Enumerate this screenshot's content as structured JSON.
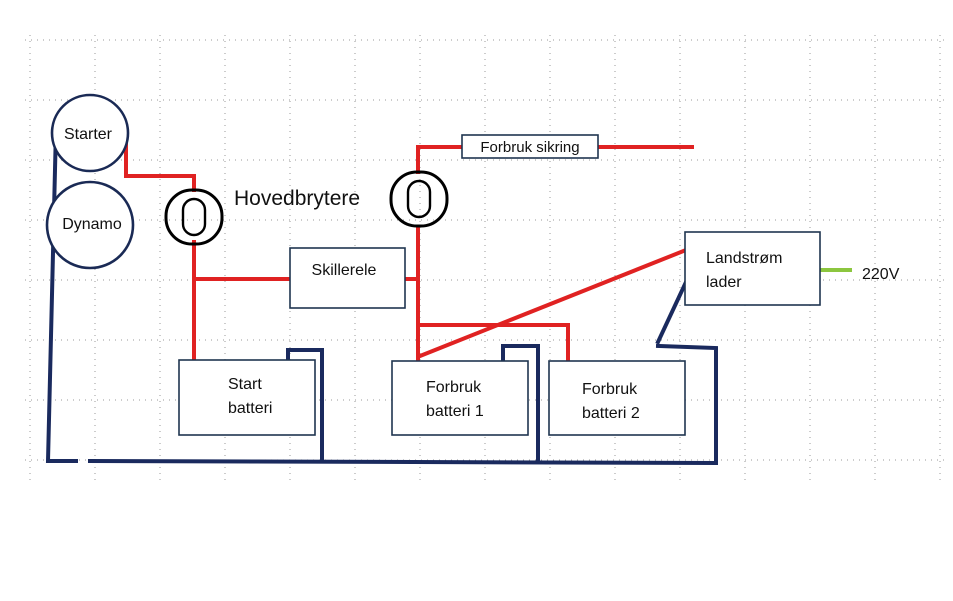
{
  "labels": {
    "starter": "Starter",
    "dynamo": "Dynamo",
    "hovedbrytere": "Hovedbrytere",
    "forbruk_sikring": "Forbruk sikring",
    "skillerele": "Skillerele",
    "landstrom_1": "Landstrøm",
    "landstrom_2": "lader",
    "v220": "220V",
    "start_batteri_1": "Start",
    "start_batteri_2": "batteri",
    "forbruk1_1": "Forbruk",
    "forbruk1_2": "batteri 1",
    "forbruk2_1": "Forbruk",
    "forbruk2_2": "batteri 2"
  },
  "colors": {
    "positive_wire": "#e02222",
    "negative_wire": "#1a2a5e",
    "mains_wire": "#8cc63f",
    "grid_dots": "#9a9a9a"
  }
}
